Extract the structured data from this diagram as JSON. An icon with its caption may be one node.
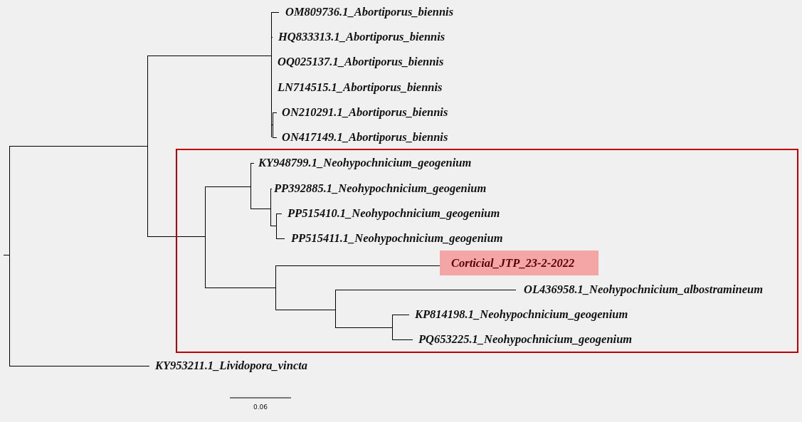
{
  "diagram": {
    "nodes": [
      {
        "text": [
          "KY948799.1_Neohypochnicium_geogenium",
          "PP392885.1_Neohypochnicium_geogenium",
          "PP515410.1_Neohypochnicium_geogenium",
          "PP515411.1_Neohypochnicium_geogenium",
          "OL436958.1_Neohypochnicium_albostramineum",
          "KP814198.1_Neohypochnicium_geogenium",
          "PQ653225.1_Neohypochnicium_geogenium"
        ]
      },
      {
        "text": [
          "Corticial_JTP_23-2-2022"
        ],
        "in": 0
      }
    ],
    "labels": [
      "OM809736.1_Abortiporus_biennis",
      "HQ833313.1_Abortiporus_biennis",
      "OQ025137.1_Abortiporus_biennis",
      "LN714515.1_Abortiporus_biennis",
      "ON210291.1_Abortiporus_biennis",
      "ON417149.1_Abortiporus_biennis",
      "KY953211.1_Lividopora_vincta",
      "0.06"
    ]
  }
}
